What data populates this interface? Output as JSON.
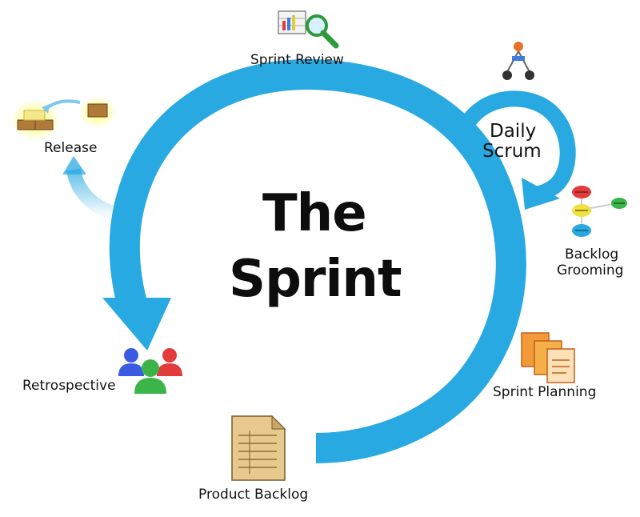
{
  "title": {
    "line1": "The",
    "line2": "Sprint"
  },
  "steps": {
    "sprint_review": "Sprint Review",
    "daily_scrum": {
      "line1": "Daily",
      "line2": "Scrum"
    },
    "backlog_grooming": {
      "line1": "Backlog",
      "line2": "Grooming"
    },
    "sprint_planning": "Sprint Planning",
    "product_backlog": "Product Backlog",
    "retrospective": "Retrospective",
    "release": "Release"
  },
  "colors": {
    "cycle_arrow": "#29a9e1",
    "background": "#ffffff",
    "text": "#111111"
  },
  "icons": {
    "sprint_review": "chart-magnifier-icon",
    "daily_scrum": "people-network-icon",
    "backlog_grooming": "sticky-notes-icon",
    "sprint_planning": "documents-icon",
    "product_backlog": "paper-list-icon",
    "retrospective": "team-icon",
    "release": "packages-icon"
  }
}
